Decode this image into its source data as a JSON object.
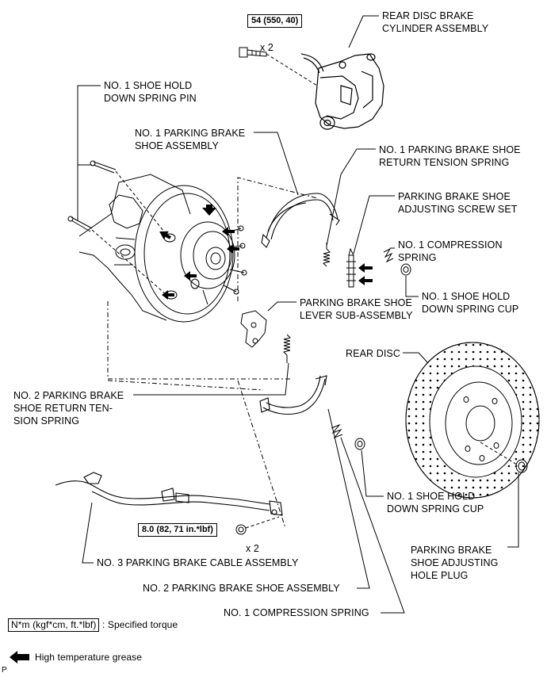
{
  "labels": {
    "rear_disc_brake_cylinder": [
      "REAR DISC BRAKE",
      "CYLINDER ASSEMBLY"
    ],
    "shoe_hold_down_spring_pin": [
      "NO. 1 SHOE HOLD",
      "DOWN SPRING PIN"
    ],
    "no1_parking_brake_shoe": [
      "NO. 1 PARKING BRAKE",
      "SHOE ASSEMBLY"
    ],
    "no1_return_tension_spring": [
      "NO. 1 PARKING BRAKE SHOE",
      "RETURN TENSION SPRING"
    ],
    "adjusting_screw_set": [
      "PARKING BRAKE SHOE",
      "ADJUSTING SCREW SET"
    ],
    "no1_compression_spring_top": [
      "NO. 1 COMPRESSION",
      "SPRING"
    ],
    "shoe_hold_down_cup_top": [
      "NO. 1 SHOE HOLD",
      "DOWN SPRING CUP"
    ],
    "lever_sub_assembly": [
      "PARKING BRAKE SHOE",
      "LEVER SUB-ASSEMBLY"
    ],
    "rear_disc": [
      "REAR DISC"
    ],
    "no2_return_tension_spring": [
      "NO. 2 PARKING BRAKE",
      "SHOE RETURN TEN-",
      "SION SPRING"
    ],
    "shoe_hold_down_cup_bottom": [
      "NO. 1 SHOE HOLD",
      "DOWN SPRING CUP"
    ],
    "adjusting_hole_plug": [
      "PARKING BRAKE",
      "SHOE ADJUSTING",
      "HOLE PLUG"
    ],
    "no3_cable": [
      "NO. 3 PARKING BRAKE CABLE ASSEMBLY"
    ],
    "no2_parking_brake_shoe": [
      "NO. 2 PARKING BRAKE SHOE ASSEMBLY"
    ],
    "no1_compression_spring_bottom": [
      "NO. 1 COMPRESSION SPRING"
    ]
  },
  "torques": {
    "caliper_bolt": "54 (550, 40)",
    "cable_bolt": "8.0 (82, 71 in.*lbf)"
  },
  "quantities": {
    "caliper_bolt_qty": "x 2",
    "cable_bolt_qty": "x 2"
  },
  "legend": {
    "torque_unit": "N*m (kgf*cm, ft.*lbf)",
    "torque_desc": ": Specified torque",
    "grease_desc": "High temperature grease"
  },
  "corner_mark": "P"
}
